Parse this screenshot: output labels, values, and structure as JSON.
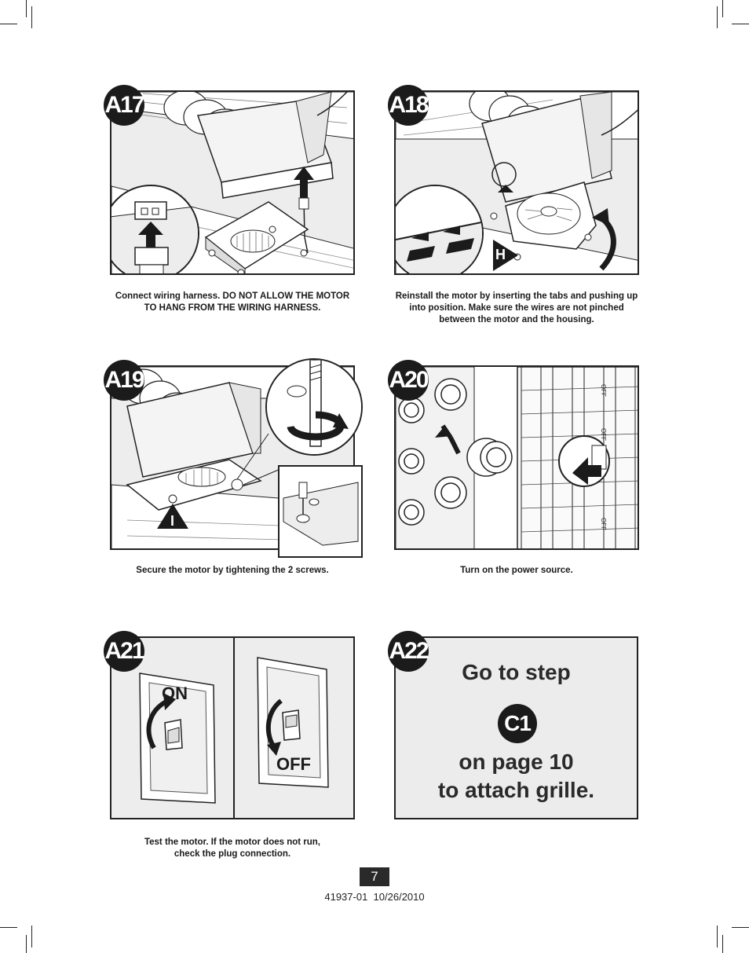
{
  "steps": [
    {
      "id": "A17",
      "caption": "Connect wiring harness. DO NOT ALLOW THE MOTOR TO HANG FROM THE WIRING HARNESS."
    },
    {
      "id": "A18",
      "caption": "Reinstall the motor by inserting the tabs and pushing up into position. Make sure the wires are not pinched between the motor and the housing.",
      "marker": "H"
    },
    {
      "id": "A19",
      "caption": "Secure the motor by tightening the 2 screws.",
      "marker": "I"
    },
    {
      "id": "A20",
      "caption": "Turn on the power source.",
      "breaker_label": "OFF"
    },
    {
      "id": "A21",
      "caption_line1": "Test the motor. If the motor does not run,",
      "caption_line2": "check the plug connection.",
      "switch_on": "ON",
      "switch_off": "OFF"
    },
    {
      "id": "A22",
      "line1": "Go to step",
      "step_ref": "C1",
      "line2": "on page 10",
      "line3": "to attach grille."
    }
  ],
  "page_number": "7",
  "footer": {
    "doc_id": "41937-01",
    "date": "10/26/2010"
  }
}
